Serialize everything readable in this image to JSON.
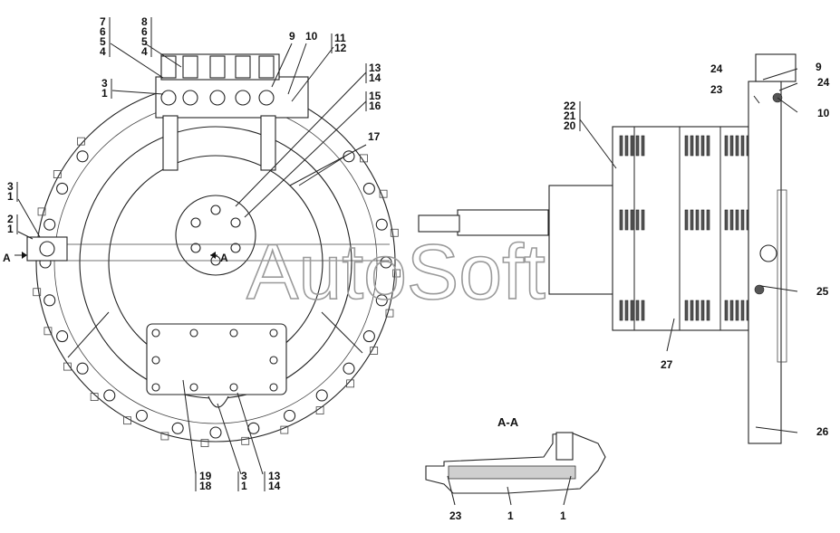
{
  "section_title": "A-A",
  "section_marks": {
    "left": "A",
    "right": "A"
  },
  "watermark": "AutoSoft",
  "callouts_left": {
    "c1": [
      "7",
      "6",
      "5",
      "4"
    ],
    "c2": [
      "8",
      "6",
      "5",
      "4"
    ],
    "c3": [
      "9"
    ],
    "c4": [
      "10"
    ],
    "c5": [
      "11",
      "12"
    ],
    "c6": [
      "13",
      "14"
    ],
    "c7": [
      "15",
      "16"
    ],
    "c8": [
      "17"
    ],
    "c9": [
      "3",
      "1"
    ],
    "c10": [
      "3",
      "1"
    ],
    "c11": [
      "2",
      "1"
    ],
    "c12": [
      "19",
      "18"
    ],
    "c13": [
      "3",
      "1"
    ],
    "c14": [
      "13",
      "14"
    ]
  },
  "callouts_right": {
    "r1": [
      "22",
      "21",
      "20"
    ],
    "r2": [
      "24"
    ],
    "r3": [
      "9"
    ],
    "r4": [
      "24"
    ],
    "r5": [
      "23"
    ],
    "r6": [
      "10"
    ],
    "r7": [
      "25"
    ],
    "r8": [
      "27"
    ],
    "r9": [
      "26"
    ]
  },
  "callouts_section": [
    "23",
    "1",
    "1"
  ]
}
